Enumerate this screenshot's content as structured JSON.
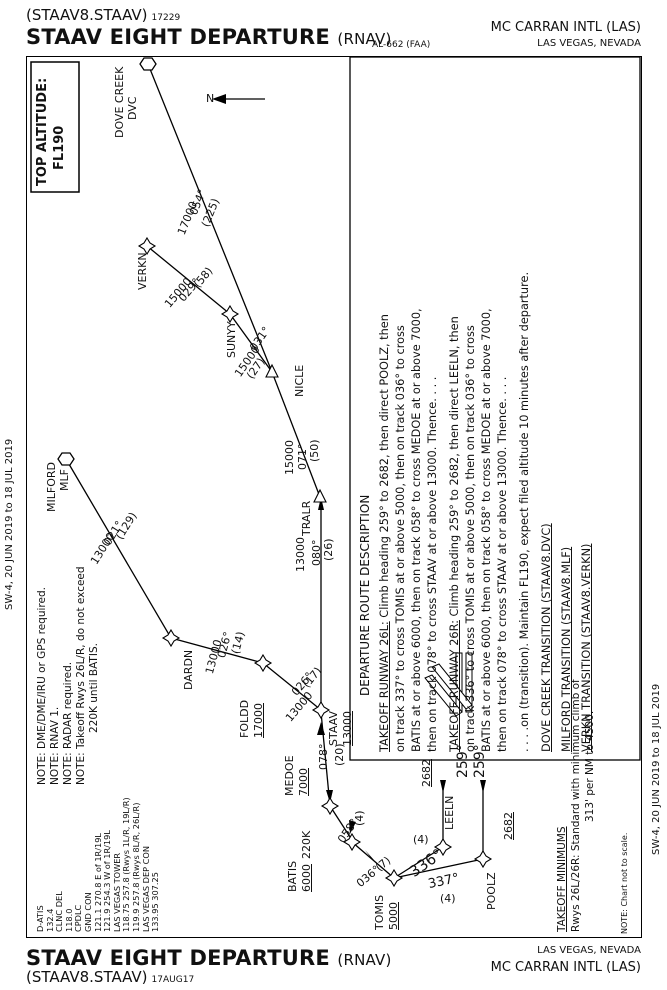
{
  "header": {
    "code": "(STAAV8.STAAV)",
    "code_number": "17229",
    "title": "STAAV EIGHT DEPARTURE",
    "title_suffix": "(RNAV)",
    "doc_id": "AL-662 (FAA)",
    "airport": "MC CARRAN INTL (LAS)",
    "city": "LAS VEGAS, NEVADA"
  },
  "footer": {
    "title": "STAAV EIGHT DEPARTURE",
    "title_suffix": "(RNAV)",
    "code": "(STAAV8.STAAV)",
    "code_date": "17AUG17",
    "city": "LAS VEGAS, NEVADA",
    "airport": "MC CARRAN INTL (LAS)"
  },
  "side_marks": {
    "left": "SW-4, 20 JUN 2019 to 18 JUL 2019",
    "right": "SW-4, 20 JUN 2019 to 18 JUL 2019"
  },
  "top_altitude": {
    "label": "TOP ALTITUDE:",
    "value": "FL190"
  },
  "north": "N",
  "comms": {
    "lines": [
      "D-ATIS",
      "132.4",
      "CLNC DEL",
      "118.0",
      "CPDLC",
      "GND CON",
      "121.1  270.8 E of 1R/19L",
      "121.9  254.3 W of 1R/19L",
      "LAS VEGAS TOWER",
      "118.75  257.8 (Rwys 1L/R, 19L/R)",
      "119.9  257.8 (Rwys 8L/R, 26L/R)",
      "LAS VEGAS DEP CON",
      "133.95  307.25"
    ]
  },
  "notes": [
    "NOTE:  DME/DME/IRU or GPS required.",
    "NOTE:  RNAV 1.",
    "NOTE:  RADAR required.",
    "NOTE:  Takeoff Rwys 26L/R, do not exceed",
    "220K until BATIS."
  ],
  "fixes": {
    "dvc": "DOVE CREEK",
    "dvc_id": "DVC",
    "mlf": "MILFORD",
    "mlf_id": "MLF",
    "verkn": "VERKN",
    "sunyy": "SUNYY",
    "nicle": "NICLE",
    "tralr": "TRALR",
    "dardn": "DARDN",
    "foldd": "FOLDD",
    "foldd_alt": "17000",
    "staav": "STAAV",
    "staav_alt": "13000",
    "medoe": "MEDOE",
    "medoe_alt": "7000",
    "batis": "BATIS",
    "batis_alt": "6000",
    "batis_spd": "220K",
    "tomis": "TOMIS",
    "tomis_alt": "5000",
    "leeln": "LEELN",
    "poolz": "POOLZ"
  },
  "legs": {
    "dvc_alt": "17000",
    "dvc_crs": "054°",
    "dvc_dist": "(225)",
    "verkn_alt": "15000",
    "verkn_crs": "029°",
    "verkn_dist": "(58)",
    "sunyy_alt": "15000",
    "sunyy_crs": "031°",
    "sunyy_dist": "(27)",
    "nicle_alt": "15000",
    "nicle_crs": "071°",
    "nicle_dist": "(50)",
    "mlf_alt": "13000",
    "mlf_crs": "021°",
    "mlf_dist": "(129)",
    "dardn_alt": "13000",
    "dardn_crs": "026°",
    "dardn_dist": "(14)",
    "foldd_alt": "13000",
    "foldd_crs": "026°",
    "foldd_dist": "(17)",
    "staav_alt": "13000",
    "staav_crs": "080°",
    "staav_dist": "(26)",
    "medoe_crs": "078°",
    "medoe_dist": "(20)",
    "batis_crs": "058°",
    "batis_dist": "(4)",
    "tomis_crs": "036°",
    "tomis_dist": "(7)",
    "leeln_crs": "336°",
    "leeln_dist": "(4)",
    "poolz_crs": "337°",
    "poolz_dist": "(4)",
    "rwy_l_hdg": "259°",
    "rwy_r_hdg": "259°",
    "rwy_l_alt": "2682",
    "rwy_r_alt": "2682"
  },
  "description": {
    "heading": "DEPARTURE ROUTE DESCRIPTION",
    "r26l_label": "TAKEOFF RUNWAY 26L:",
    "r26l": [
      "Climb heading 259° to 2682, then direct POOLZ, then",
      "on track 337° to cross TOMIS at or above 5000, then on track 036° to cross",
      "BATIS at or above 6000, then on track 058° to cross MEDOE at or above 7000,",
      "then on track 078° to cross STAAV at or above 13000. Thence. . . ."
    ],
    "r26r_label": "TAKEOFF RUNWAY 26R:",
    "r26r": [
      "Climb heading 259° to 2682, then direct LEELN, then",
      "on track 336° to cross TOMIS at or above 5000, then on track 036° to cross",
      "BATIS at or above 6000, then on track 058° to cross MEDOE at or above 7000,",
      "then on track 078° to cross STAAV at or above 13000. Thence. . . ."
    ],
    "transition_line": ". . . .on (transition). Maintain FL190, expect filed altitude 10 minutes after departure.",
    "transitions": [
      "DOVE CREEK TRANSITION (STAAV8.DVC)",
      "MILFORD TRANSITION (STAAV8.MLF)",
      "VERKN TRANSITION (STAAV8.VERKN)"
    ]
  },
  "takeoff_min": {
    "heading": "TAKEOFF MINIMUMS",
    "line1": "Rwys 26L/26R: Standard with minimum climb of",
    "line2": "313' per NM to 4500."
  },
  "scale_note": "NOTE:  Chart not to scale."
}
